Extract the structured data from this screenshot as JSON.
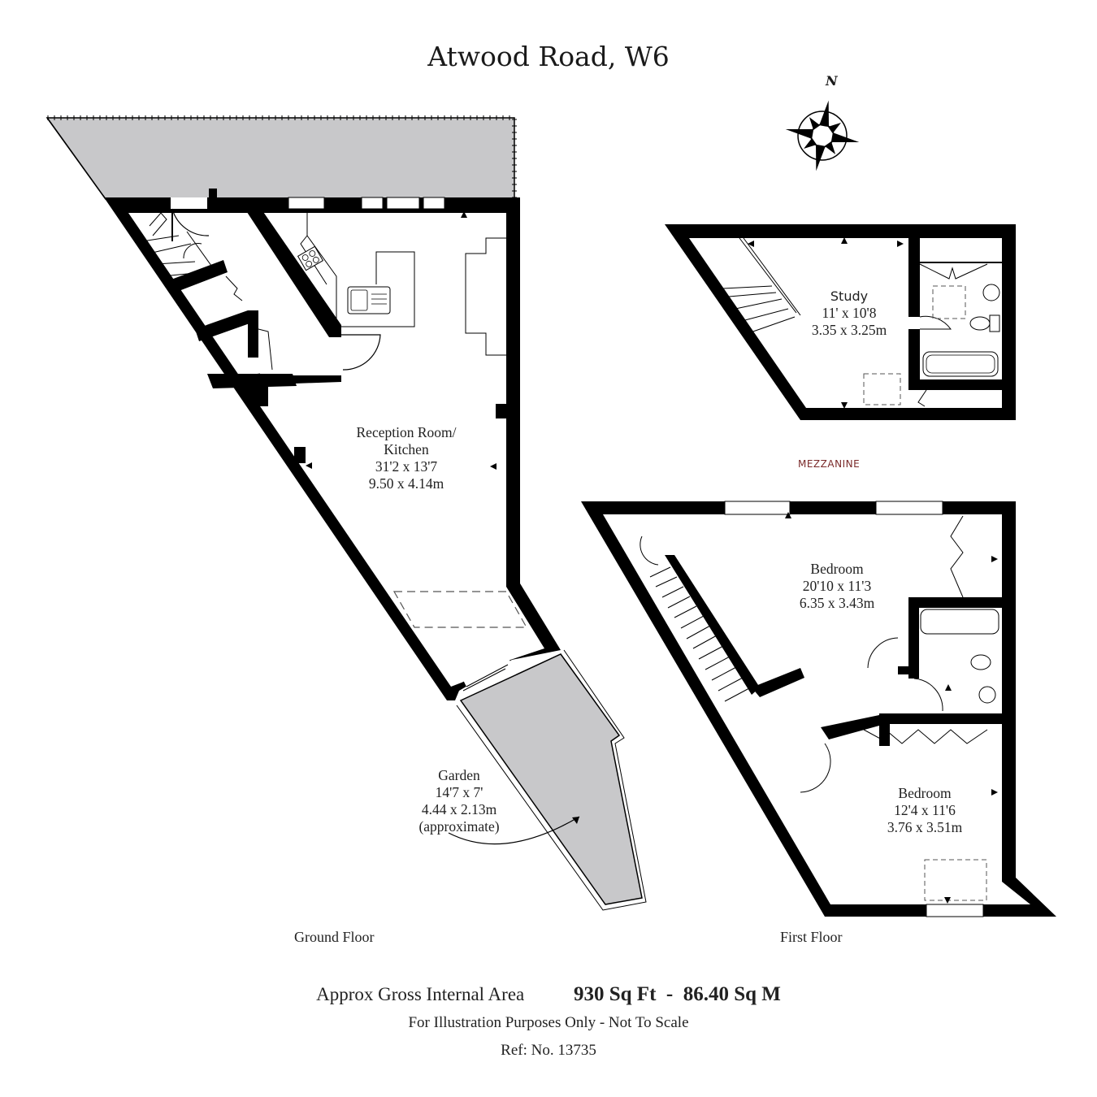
{
  "header": {
    "title": "Atwood Road, W6"
  },
  "compass": {
    "label": "N",
    "icon": "compass-rose-icon"
  },
  "floors": [
    {
      "name": "Ground Floor",
      "rooms": [
        {
          "name": "Reception Room/",
          "name_line2": "Kitchen",
          "imperial": "31'2 x 13'7",
          "metric": "9.50 x 4.14m"
        },
        {
          "name": "Garden",
          "imperial": "14'7 x 7'",
          "metric": "4.44 x 2.13m",
          "note": "(approximate)"
        }
      ]
    },
    {
      "name": "Mezzanine",
      "label": "MEZZANINE",
      "rooms": [
        {
          "name": "Study",
          "imperial": "11' x 10'8",
          "metric": "3.35 x 3.25m"
        }
      ]
    },
    {
      "name": "First Floor",
      "rooms": [
        {
          "name": "Bedroom",
          "imperial": "20'10 x 11'3",
          "metric": "6.35 x 3.43m"
        },
        {
          "name": "Bedroom",
          "imperial": "12'4 x 11'6",
          "metric": "3.76 x 3.51m"
        }
      ]
    }
  ],
  "footer": {
    "area_label": "Approx Gross Internal Area",
    "area_value": "930 Sq Ft  -  86.40 Sq M",
    "disclaimer": "For Illustration Purposes Only - Not To Scale",
    "reference": "Ref: No. 13735"
  },
  "colors": {
    "wall": "#000000",
    "outdoor_fill": "#c8c8ca",
    "mezzanine_label": "#7a2a2a",
    "background": "#ffffff"
  }
}
